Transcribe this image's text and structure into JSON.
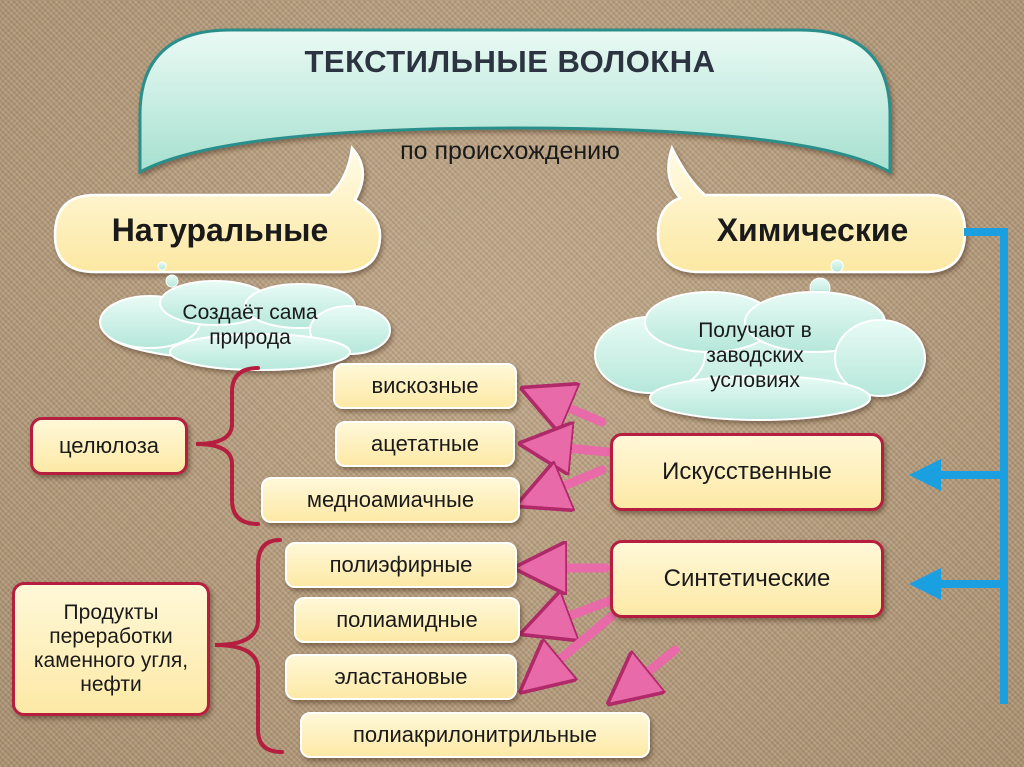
{
  "title": "ТЕКСТИЛЬНЫЕ ВОЛОКНА",
  "subtitle": "по происхождению",
  "categories": {
    "natural": "Натуральные",
    "chemical": "Химические"
  },
  "clouds": {
    "natural_note": "Создаёт сама природа",
    "chemical_note": "Получают в заводских условиях"
  },
  "sources": {
    "cellulose": "целюлоза",
    "coal_oil": "Продукты переработки каменного угля, нефти"
  },
  "groups": {
    "artificial": "Искусственные",
    "synthetic": "Синтетические"
  },
  "fibers": {
    "viscose": "вискозные",
    "acetate": "ацетатные",
    "copper_ammonia": "медноамиачные",
    "polyester": "полиэфирные",
    "polyamide": "полиамидные",
    "elastane": "эластановые",
    "polyacrylonitrile": "полиакрилонитрильные"
  },
  "colors": {
    "banner": "#bfeadd",
    "banner_border": "#2b8f8a",
    "box_fill": "#fdecb0",
    "box_border": "#b51e3e",
    "arrow_pink": "#e96aa8",
    "connector_blue": "#1aa0e0",
    "brace": "#b51e3e",
    "cloud": "#c5ede3"
  }
}
